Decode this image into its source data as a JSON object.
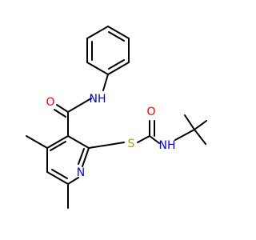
{
  "colors": {
    "bond": "#000000",
    "oxygen": "#ff0000",
    "nitrogen": "#0000ff",
    "sulfur": "#b3a300"
  },
  "atoms": {
    "o_amide_top": "O",
    "nh_amide_top": "NH",
    "s_thioether": "S",
    "o_amide_right": "O",
    "nh_amide_right": "NH",
    "n_pyridine": "N"
  }
}
